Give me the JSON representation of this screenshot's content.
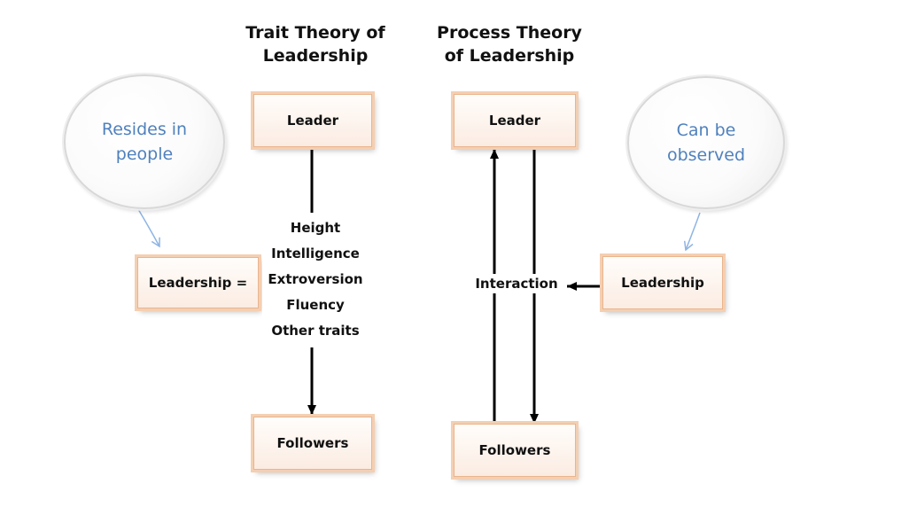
{
  "titles": {
    "trait": "Trait Theory of\nLeadership",
    "process": "Process Theory\nof Leadership"
  },
  "bubbles": {
    "resides": "Resides in\npeople",
    "observed": "Can be\nobserved"
  },
  "trait_side": {
    "leader": "Leader",
    "followers": "Followers",
    "leadership": "Leadership =",
    "traits": [
      "Height",
      "Intelligence",
      "Extroversion",
      "Fluency",
      "Other traits"
    ]
  },
  "process_side": {
    "leader": "Leader",
    "followers": "Followers",
    "leadership": "Leadership",
    "interaction": "Interaction"
  },
  "colors": {
    "bubble_text": "#4f81bd",
    "box_border": "#e9b48d",
    "arrow": "#000000",
    "pointer": "#8eb4e3"
  }
}
